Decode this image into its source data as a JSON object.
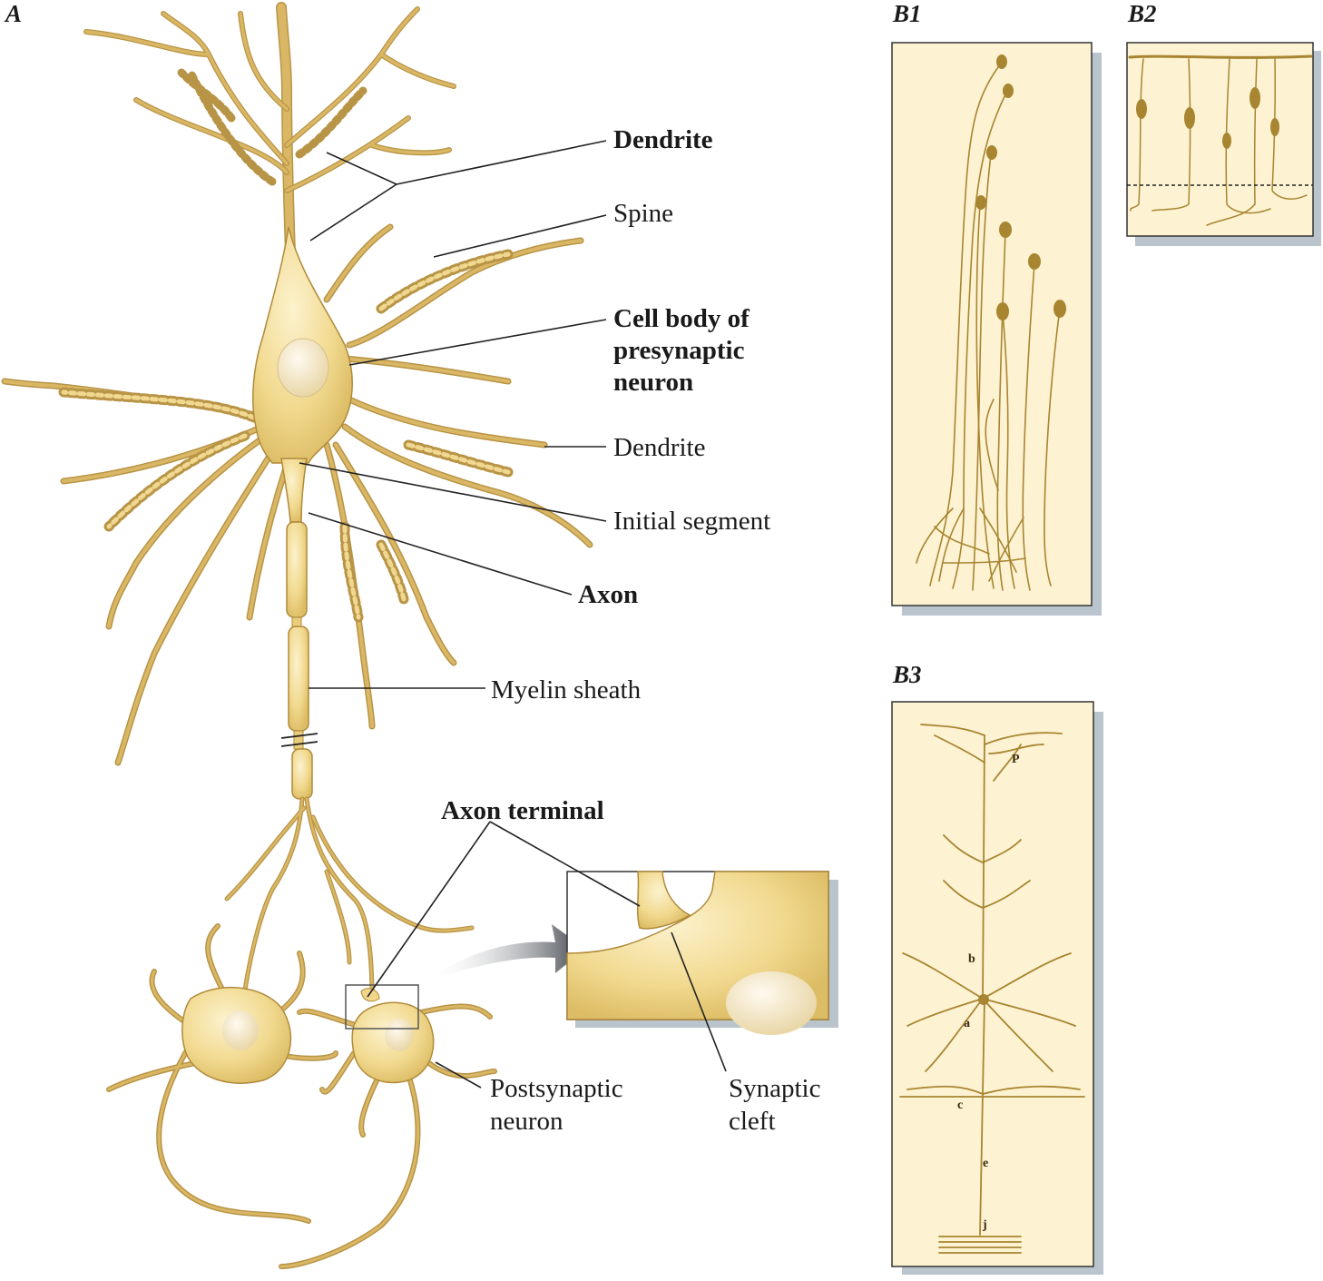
{
  "panels": {
    "a": "A",
    "b1": "B1",
    "b2": "B2",
    "b3": "B3"
  },
  "labels": {
    "dendrite_top": "Dendrite",
    "spine": "Spine",
    "cell_body_line1": "Cell body of",
    "cell_body_line2": "presynaptic",
    "cell_body_line3": "neuron",
    "dendrite_right": "Dendrite",
    "initial_segment": "Initial segment",
    "axon": "Axon",
    "myelin_sheath": "Myelin sheath",
    "axon_terminal": "Axon terminal",
    "postsynaptic_line1": "Postsynaptic",
    "postsynaptic_line2": "neuron",
    "synaptic_cleft_line1": "Synaptic",
    "synaptic_cleft_line2": "cleft"
  },
  "b3_letters": {
    "p": "P",
    "b": "b",
    "a": "a",
    "c": "c",
    "e": "e",
    "j": "j"
  },
  "colors": {
    "cell_fill": "#f2dc9a",
    "cell_light": "#fbf0c8",
    "cell_edge": "#b08a3a",
    "panel_bg": "#fdf3d3",
    "panel_shadow": "#b9c4cc",
    "golgi_stain": "#a88530",
    "arrow": "#4a4f55"
  }
}
